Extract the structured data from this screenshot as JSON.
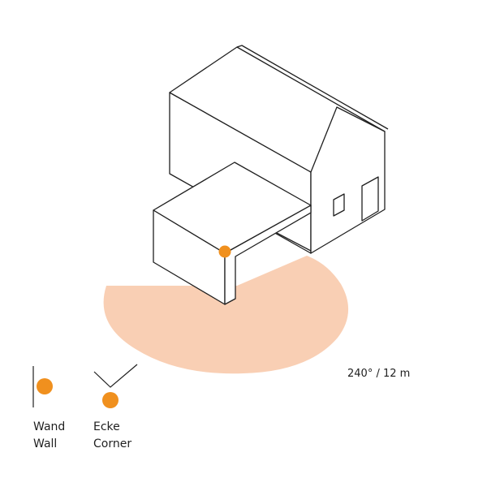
{
  "coverage": {
    "angle_range": "240° / 12 m"
  },
  "legend": {
    "wall": {
      "label_de": "Wand",
      "label_en": "Wall"
    },
    "corner": {
      "label_de": "Ecke",
      "label_en": "Corner"
    }
  },
  "colors": {
    "sensor": "#f0901e",
    "coverage_fill": "#f9cfb4",
    "outline": "#1f1f1f"
  }
}
